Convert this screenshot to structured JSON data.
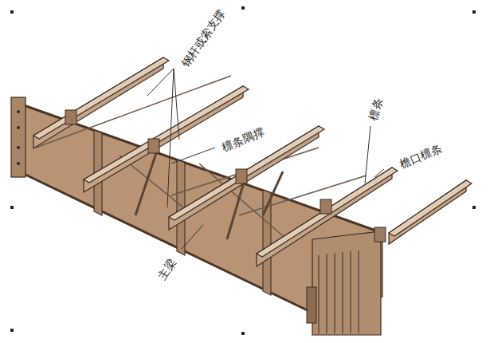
{
  "diagram": {
    "labels": [
      "钢杆或索支撑",
      "檩条隅撑",
      "檩条",
      "檐口檩条",
      "主梁"
    ]
  }
}
